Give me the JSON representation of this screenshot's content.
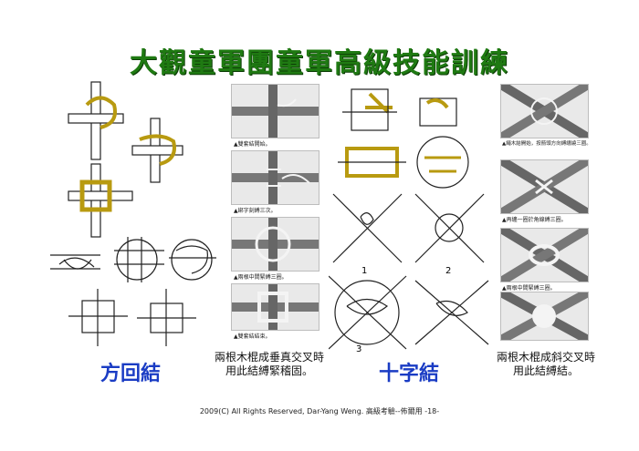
{
  "title": "大觀童軍團童軍高級技能訓練",
  "square_lashing": {
    "name": "方回結",
    "description_line1": "兩根木棍成垂真交叉時",
    "description_line2": "用此結縛緊稽固。",
    "photo_captions": [
      "▲雙套結開始。",
      "▲綁字刻縛三次。",
      "▲兩根中間緊縛三圈。",
      "▲雙套結結束。"
    ]
  },
  "diagonal_lashing": {
    "name": "十字結",
    "description_line1": "兩根木棍成斜交叉時",
    "description_line2": "用此結縛結。",
    "diagram_numbers": [
      "1",
      "2",
      "3"
    ],
    "photo_captions": [
      "▲繩木結開始，按箭頭方向縛纏繞三圈。",
      "▲再纏一圈於角線縛三圈。",
      "▲兩根中間緊縛三圈。"
    ]
  },
  "footer": "2009(C) All Rights Reserved, Dar-Yang Weng. 高級考驗--佈爾用 -18-",
  "colors": {
    "title": "#1f7a12",
    "blue": "#1a3cc4",
    "rope": "#e8d24a"
  }
}
